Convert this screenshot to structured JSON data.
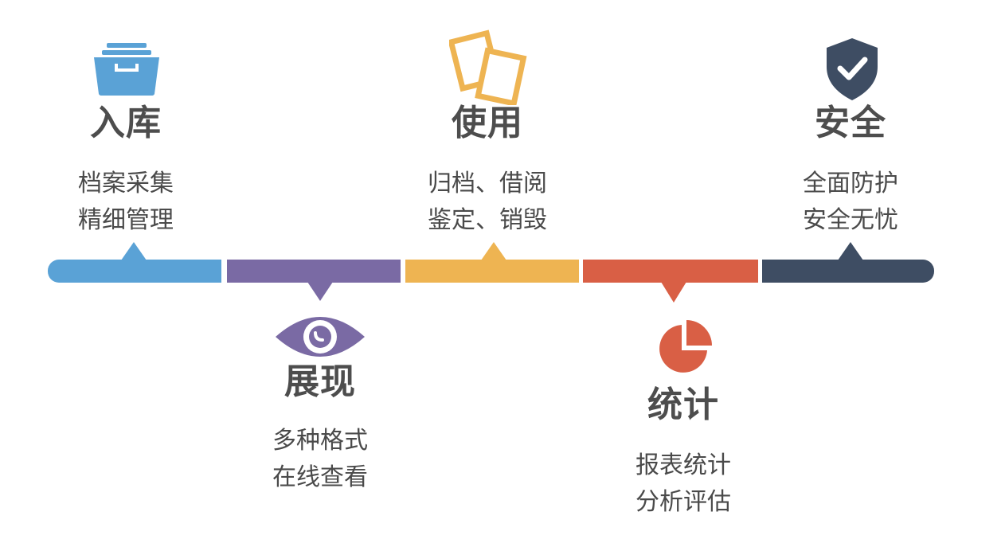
{
  "stages": [
    {
      "title": "入库",
      "lines": [
        "档案采集",
        "精细管理"
      ],
      "color": "#5aa2d6",
      "icon": "archive-drawer-icon"
    },
    {
      "title": "展现",
      "lines": [
        "多种格式",
        "在线查看"
      ],
      "color": "#7a6aa4",
      "icon": "eye-icon"
    },
    {
      "title": "使用",
      "lines": [
        "归档、借阅",
        "鉴定、销毁"
      ],
      "color": "#eeb452",
      "icon": "documents-icon"
    },
    {
      "title": "统计",
      "lines": [
        "报表统计",
        "分析评估"
      ],
      "color": "#d95f45",
      "icon": "pie-chart-icon"
    },
    {
      "title": "安全",
      "lines": [
        "全面防护",
        "安全无忧"
      ],
      "color": "#3e4d63",
      "icon": "shield-check-icon"
    }
  ]
}
